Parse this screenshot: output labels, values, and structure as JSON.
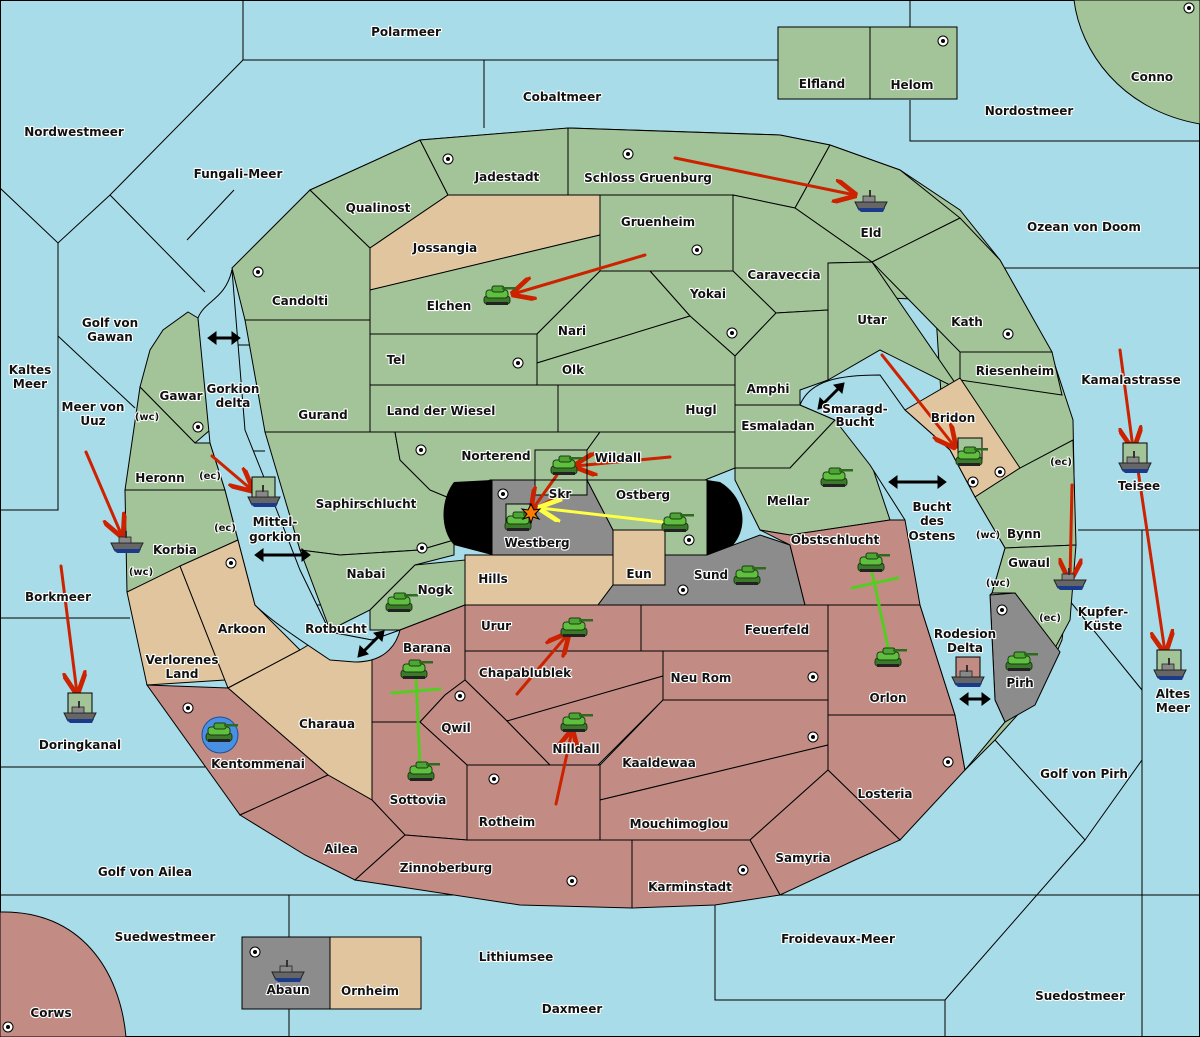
{
  "title": "Diplomacy map",
  "colors": {
    "sea": "#a8dce8",
    "neutral_land": "#a3c499",
    "tan_power": "#e0c59e",
    "red_power": "#c28c84",
    "grey_power": "#8c8c8c",
    "move_order": "#cc2200",
    "support_order": "#ffff44",
    "convoy_or_hold": "#55cc22",
    "highlight_unit": "#4a90e2"
  },
  "seas": [
    {
      "id": "polarmeer",
      "label": "Polarmeer"
    },
    {
      "id": "cobaltmeer",
      "label": "Cobaltmeer"
    },
    {
      "id": "nordwestmeer",
      "label": "Nordwestmeer"
    },
    {
      "id": "fungali-meer",
      "label": "Fungali-Meer"
    },
    {
      "id": "nordostmeer",
      "label": "Nordostmeer"
    },
    {
      "id": "ozean-von-doom",
      "label": "Ozean von Doom"
    },
    {
      "id": "golf-von-gawan",
      "label": "Golf von Gawan"
    },
    {
      "id": "kaltes-meer",
      "label": "Kaltes Meer"
    },
    {
      "id": "meer-von-uuz",
      "label": "Meer von Uuz"
    },
    {
      "id": "gorkion-delta",
      "label": "Gorkion delta"
    },
    {
      "id": "mittel-gorkion",
      "label": "Mittel-gorkion"
    },
    {
      "id": "borkmeer",
      "label": "Borkmeer"
    },
    {
      "id": "doringkanal",
      "label": "Doringkanal"
    },
    {
      "id": "rotbucht",
      "label": "Rotbucht"
    },
    {
      "id": "smaragd-bucht",
      "label": "Smaragd-Bucht"
    },
    {
      "id": "bucht-des-ostens",
      "label": "Bucht des Ostens"
    },
    {
      "id": "kamalastrasse",
      "label": "Kamalastrasse"
    },
    {
      "id": "teisee",
      "label": "Teisee"
    },
    {
      "id": "kupfer-kueste",
      "label": "Kupfer-Küste"
    },
    {
      "id": "altes-meer",
      "label": "Altes Meer"
    },
    {
      "id": "rodesion-delta",
      "label": "Rodesion Delta"
    },
    {
      "id": "golf-von-pirh",
      "label": "Golf von Pirh"
    },
    {
      "id": "golf-von-ailea",
      "label": "Golf von Ailea"
    },
    {
      "id": "suedwestmeer",
      "label": "Suedwestmeer"
    },
    {
      "id": "lithiumsee",
      "label": "Lithiumsee"
    },
    {
      "id": "daxmeer",
      "label": "Daxmeer"
    },
    {
      "id": "froidevaux-meer",
      "label": "Froidevaux-Meer"
    },
    {
      "id": "suedostmeer",
      "label": "Suedostmeer"
    }
  ],
  "territories": [
    {
      "id": "elfland",
      "label": "Elfland",
      "owner": "neutral"
    },
    {
      "id": "helom",
      "label": "Helom",
      "owner": "neutral",
      "supply_center": true
    },
    {
      "id": "conno",
      "label": "Conno",
      "owner": "neutral",
      "supply_center": true
    },
    {
      "id": "qualinost",
      "label": "Qualinost",
      "owner": "neutral"
    },
    {
      "id": "jadestadt",
      "label": "Jadestadt",
      "owner": "neutral",
      "supply_center": true
    },
    {
      "id": "schloss-gruenburg",
      "label": "Schloss Gruenburg",
      "owner": "neutral",
      "supply_center": true
    },
    {
      "id": "eld",
      "label": "Eld",
      "owner": "neutral"
    },
    {
      "id": "jossangia",
      "label": "Jossangia",
      "owner": "tan"
    },
    {
      "id": "gruenheim",
      "label": "Gruenheim",
      "owner": "neutral",
      "supply_center": true
    },
    {
      "id": "caraveccia",
      "label": "Caraveccia",
      "owner": "neutral"
    },
    {
      "id": "candolti",
      "label": "Candolti",
      "owner": "neutral",
      "supply_center": true
    },
    {
      "id": "elchen",
      "label": "Elchen",
      "owner": "neutral"
    },
    {
      "id": "yokai",
      "label": "Yokai",
      "owner": "neutral",
      "supply_center": true
    },
    {
      "id": "utar",
      "label": "Utar",
      "owner": "neutral"
    },
    {
      "id": "kath",
      "label": "Kath",
      "owner": "neutral",
      "supply_center": true
    },
    {
      "id": "nari",
      "label": "Nari",
      "owner": "neutral"
    },
    {
      "id": "tel",
      "label": "Tel",
      "owner": "neutral",
      "supply_center": true
    },
    {
      "id": "olk",
      "label": "Olk",
      "owner": "neutral"
    },
    {
      "id": "riesenheim",
      "label": "Riesenheim",
      "owner": "neutral"
    },
    {
      "id": "amphi",
      "label": "Amphi",
      "owner": "neutral"
    },
    {
      "id": "gurand",
      "label": "Gurand",
      "owner": "neutral"
    },
    {
      "id": "land-der-wiesel",
      "label": "Land der Wiesel",
      "owner": "neutral"
    },
    {
      "id": "hugl",
      "label": "Hugl",
      "owner": "neutral"
    },
    {
      "id": "esmaladan",
      "label": "Esmaladan",
      "owner": "neutral"
    },
    {
      "id": "bridon",
      "label": "Bridon",
      "owner": "tan",
      "supply_center": true
    },
    {
      "id": "gawar",
      "label": "Gawar",
      "owner": "neutral",
      "supply_center": true
    },
    {
      "id": "norterend",
      "label": "Norterend",
      "owner": "neutral",
      "supply_center": true
    },
    {
      "id": "wildall",
      "label": "Wildall",
      "owner": "neutral"
    },
    {
      "id": "heronn",
      "label": "Heronn",
      "owner": "neutral"
    },
    {
      "id": "skr",
      "label": "Skr",
      "owner": "neutral"
    },
    {
      "id": "ostberg",
      "label": "Ostberg",
      "owner": "neutral",
      "supply_center": true
    },
    {
      "id": "mellar",
      "label": "Mellar",
      "owner": "neutral",
      "supply_center": true
    },
    {
      "id": "saphirschlucht",
      "label": "Saphirschlucht",
      "owner": "neutral"
    },
    {
      "id": "westberg",
      "label": "Westberg",
      "owner": "grey",
      "supply_center": true
    },
    {
      "id": "korbia",
      "label": "Korbia",
      "owner": "neutral"
    },
    {
      "id": "bynn",
      "label": "Bynn",
      "owner": "neutral"
    },
    {
      "id": "obstschlucht",
      "label": "Obstschlucht",
      "owner": "red"
    },
    {
      "id": "nabai",
      "label": "Nabai",
      "owner": "neutral",
      "supply_center": true
    },
    {
      "id": "gwaul",
      "label": "Gwaul",
      "owner": "neutral"
    },
    {
      "id": "hills",
      "label": "Hills",
      "owner": "tan"
    },
    {
      "id": "eun",
      "label": "Eun",
      "owner": "tan"
    },
    {
      "id": "sund",
      "label": "Sund",
      "owner": "grey",
      "supply_center": true
    },
    {
      "id": "nogk",
      "label": "Nogk",
      "owner": "neutral"
    },
    {
      "id": "arkoon",
      "label": "Arkoon",
      "owner": "tan",
      "supply_center": true
    },
    {
      "id": "urur",
      "label": "Urur",
      "owner": "red"
    },
    {
      "id": "feuerfeld",
      "label": "Feuerfeld",
      "owner": "red"
    },
    {
      "id": "barana",
      "label": "Barana",
      "owner": "red"
    },
    {
      "id": "chapablublek",
      "label": "Chapablublek",
      "owner": "red"
    },
    {
      "id": "neu-rom",
      "label": "Neu Rom",
      "owner": "red",
      "supply_center": true
    },
    {
      "id": "orlon",
      "label": "Orlon",
      "owner": "red",
      "supply_center": true
    },
    {
      "id": "pirh",
      "label": "Pirh",
      "owner": "grey",
      "supply_center": true
    },
    {
      "id": "verlorenes-land",
      "label": "Verlorenes Land",
      "owner": "tan"
    },
    {
      "id": "charaua",
      "label": "Charaua",
      "owner": "tan"
    },
    {
      "id": "qwil",
      "label": "Qwil",
      "owner": "red",
      "supply_center": true
    },
    {
      "id": "nilldall",
      "label": "Nilldall",
      "owner": "red"
    },
    {
      "id": "kentommenai",
      "label": "Kentommenai",
      "owner": "red",
      "supply_center": true
    },
    {
      "id": "kaaldewaa",
      "label": "Kaaldewaa",
      "owner": "red"
    },
    {
      "id": "losteria",
      "label": "Losteria",
      "owner": "red",
      "supply_center": true
    },
    {
      "id": "sottovia",
      "label": "Sottovia",
      "owner": "red"
    },
    {
      "id": "rotheim",
      "label": "Rotheim",
      "owner": "red",
      "supply_center": true
    },
    {
      "id": "mouchimoglou",
      "label": "Mouchimoglou",
      "owner": "red"
    },
    {
      "id": "ailea",
      "label": "Ailea",
      "owner": "red"
    },
    {
      "id": "samyria",
      "label": "Samyria",
      "owner": "red"
    },
    {
      "id": "zinnoberburg",
      "label": "Zinnoberburg",
      "owner": "red",
      "supply_center": true
    },
    {
      "id": "karminstadt",
      "label": "Karminstadt",
      "owner": "red",
      "supply_center": true
    },
    {
      "id": "abaun",
      "label": "Abaun",
      "owner": "grey",
      "supply_center": true
    },
    {
      "id": "ornheim",
      "label": "Ornheim",
      "owner": "tan"
    },
    {
      "id": "corws",
      "label": "Corws",
      "owner": "red",
      "supply_center": true
    }
  ],
  "coast_labels": [
    "(wc)",
    "(ec)",
    "(ec)",
    "(wc)",
    "(ec)",
    "(wc)",
    "(wc)",
    "(ec)"
  ],
  "units": [
    {
      "type": "fleet",
      "location": "Eld"
    },
    {
      "type": "army",
      "location": "Elchen"
    },
    {
      "type": "army",
      "location": "Skr"
    },
    {
      "type": "army",
      "location": "Westberg"
    },
    {
      "type": "army",
      "location": "Ostberg"
    },
    {
      "type": "army",
      "location": "Mellar"
    },
    {
      "type": "army",
      "location": "Bridon"
    },
    {
      "type": "army",
      "location": "Sund"
    },
    {
      "type": "army",
      "location": "Nogk"
    },
    {
      "type": "army",
      "location": "Urur"
    },
    {
      "type": "army",
      "location": "Barana"
    },
    {
      "type": "army",
      "location": "Sottovia"
    },
    {
      "type": "army",
      "location": "Nilldall"
    },
    {
      "type": "army",
      "location": "Obstschlucht"
    },
    {
      "type": "army",
      "location": "Orlon"
    },
    {
      "type": "army",
      "location": "Pirh"
    },
    {
      "type": "army",
      "location": "Kentommenai",
      "highlighted": true
    },
    {
      "type": "fleet",
      "location": "Mittel-gorkion"
    },
    {
      "type": "fleet",
      "location": "Korbia"
    },
    {
      "type": "fleet",
      "location": "Doringkanal"
    },
    {
      "type": "fleet",
      "location": "Teisee"
    },
    {
      "type": "fleet",
      "location": "Gwaul"
    },
    {
      "type": "fleet",
      "location": "Altes Meer"
    },
    {
      "type": "fleet",
      "location": "Rodesion Delta"
    },
    {
      "type": "fleet",
      "location": "Abaun"
    }
  ],
  "orders": [
    {
      "kind": "move",
      "from": "Schloss Gruenburg",
      "to": "Eld"
    },
    {
      "kind": "move",
      "from": "Gruenheim",
      "to": "Elchen"
    },
    {
      "kind": "move",
      "from": "Wildall",
      "to": "Skr"
    },
    {
      "kind": "move",
      "from": "Skr",
      "to": "Westberg"
    },
    {
      "kind": "support",
      "from": "Ostberg",
      "to": "Westberg"
    },
    {
      "kind": "move",
      "from": "Utar",
      "to": "Bridon"
    },
    {
      "kind": "move",
      "from": "Kamalastrasse",
      "to": "Teisee"
    },
    {
      "kind": "move",
      "from": "Teisee",
      "to": "Altes Meer"
    },
    {
      "kind": "move",
      "from": "Bynn",
      "to": "Gwaul"
    },
    {
      "kind": "move",
      "from": "Gorkion delta",
      "to": "Mittel-gorkion"
    },
    {
      "kind": "move",
      "from": "Meer von Uuz",
      "to": "Korbia"
    },
    {
      "kind": "move",
      "from": "Borkmeer",
      "to": "Doringkanal"
    },
    {
      "kind": "move",
      "from": "Chapablublek",
      "to": "Urur"
    },
    {
      "kind": "move",
      "from": "Rotheim",
      "to": "Nilldall"
    },
    {
      "kind": "hold",
      "from": "Barana",
      "to": "Sottovia"
    },
    {
      "kind": "hold",
      "from": "Obstschlucht",
      "to": "Orlon"
    }
  ],
  "dislodged_at": "Westberg"
}
